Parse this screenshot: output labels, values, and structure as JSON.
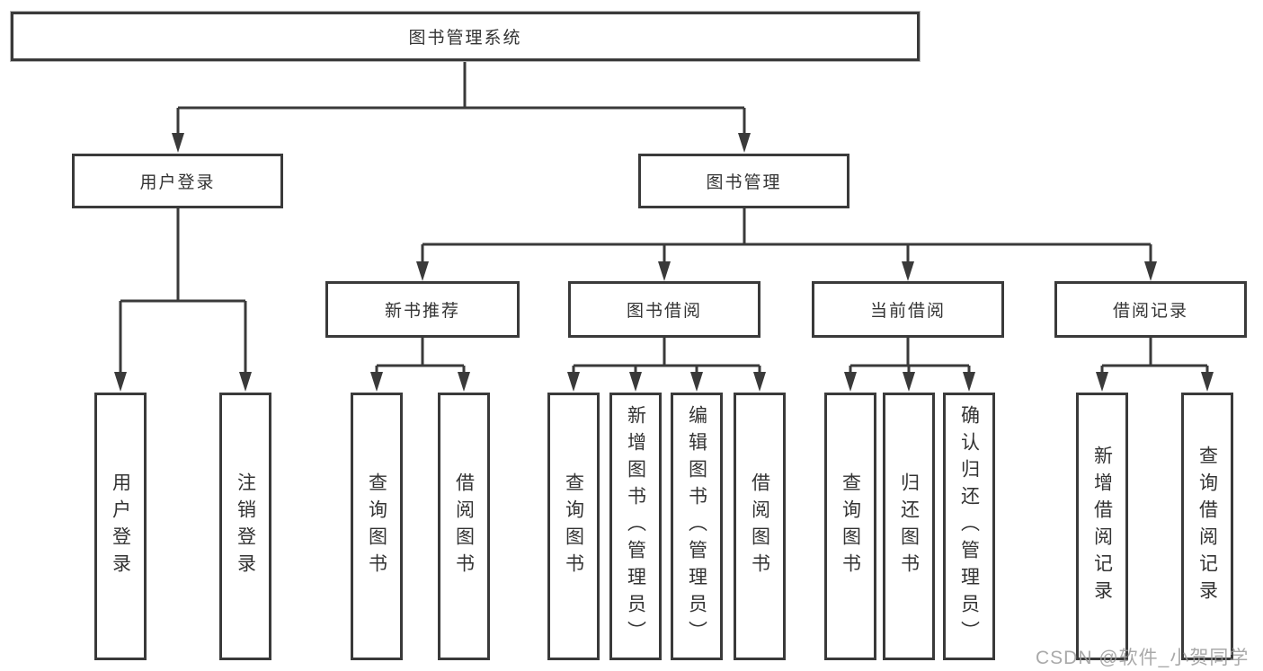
{
  "diagram": {
    "root": {
      "label": "图书管理系统"
    },
    "children": [
      {
        "label": "用户登录",
        "children": [
          {
            "label": "用户登录"
          },
          {
            "label": "注销登录"
          }
        ]
      },
      {
        "label": "图书管理",
        "children": [
          {
            "label": "新书推荐",
            "children": [
              {
                "label": "查询图书"
              },
              {
                "label": "借阅图书"
              }
            ]
          },
          {
            "label": "图书借阅",
            "children": [
              {
                "label": "查询图书"
              },
              {
                "label": "新增图书（管理员）"
              },
              {
                "label": "编辑图书（管理员）"
              },
              {
                "label": "借阅图书"
              }
            ]
          },
          {
            "label": "当前借阅",
            "children": [
              {
                "label": "查询图书"
              },
              {
                "label": "归还图书"
              },
              {
                "label": "确认归还（管理员）"
              }
            ]
          },
          {
            "label": "借阅记录",
            "children": [
              {
                "label": "新增借阅记录"
              },
              {
                "label": "查询借阅记录"
              }
            ]
          }
        ]
      }
    ]
  },
  "watermark": {
    "text": "CSDN @软件_小贺同学"
  },
  "colors": {
    "line": "#3a3a3a",
    "text": "#333333",
    "box_fill": "#ffffff",
    "watermark": "#9b9b9b"
  }
}
